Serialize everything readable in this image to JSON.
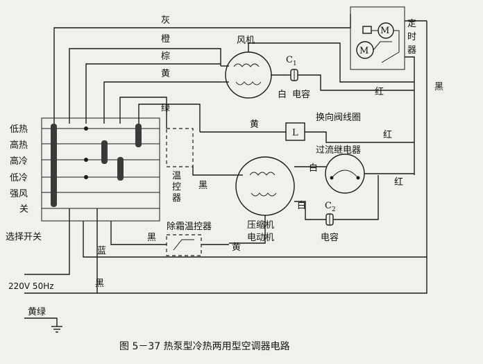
{
  "labels": {
    "wire_gray": "灰",
    "wire_orange": "橙",
    "wire_brown": "棕",
    "wire_yellow_top": "黄",
    "wire_green": "绿",
    "fan": "风机",
    "c1_letter": "C",
    "c1_sub": "1",
    "white_fan": "白",
    "capacitor_fan": "电容",
    "red_fan": "红",
    "timer_1": "定",
    "timer_2": "时",
    "timer_3": "器",
    "black_right": "黑",
    "yellow_valve": "黄",
    "valve_letter": "L",
    "valve_coil": "换向阀线圈",
    "red_valve": "红",
    "overload_relay": "过流继电器",
    "white_relay": "白",
    "red_relay": "红",
    "thermostat_1": "温",
    "thermostat_2": "控",
    "thermostat_3": "器",
    "black_thermo": "黑",
    "compressor_1": "压缩机",
    "compressor_2": "电动机",
    "white_comp": "白",
    "c2_letter": "C",
    "c2_sub": "2",
    "capacitor_comp": "电容",
    "defrost": "除霜温控器",
    "black_defrost": "黑",
    "yellow_defrost": "黄",
    "blue": "蓝",
    "black_bottom": "黑",
    "power": "220V  50Hz",
    "yellow_green": "黄绿",
    "switch_title": "选择开关",
    "motor_letter": "M"
  },
  "switch_positions": [
    "低热",
    "高热",
    "高冷",
    "低冷",
    "强风",
    "关"
  ],
  "caption": "图 5－37   热泵型冷热两用型空调器电路"
}
